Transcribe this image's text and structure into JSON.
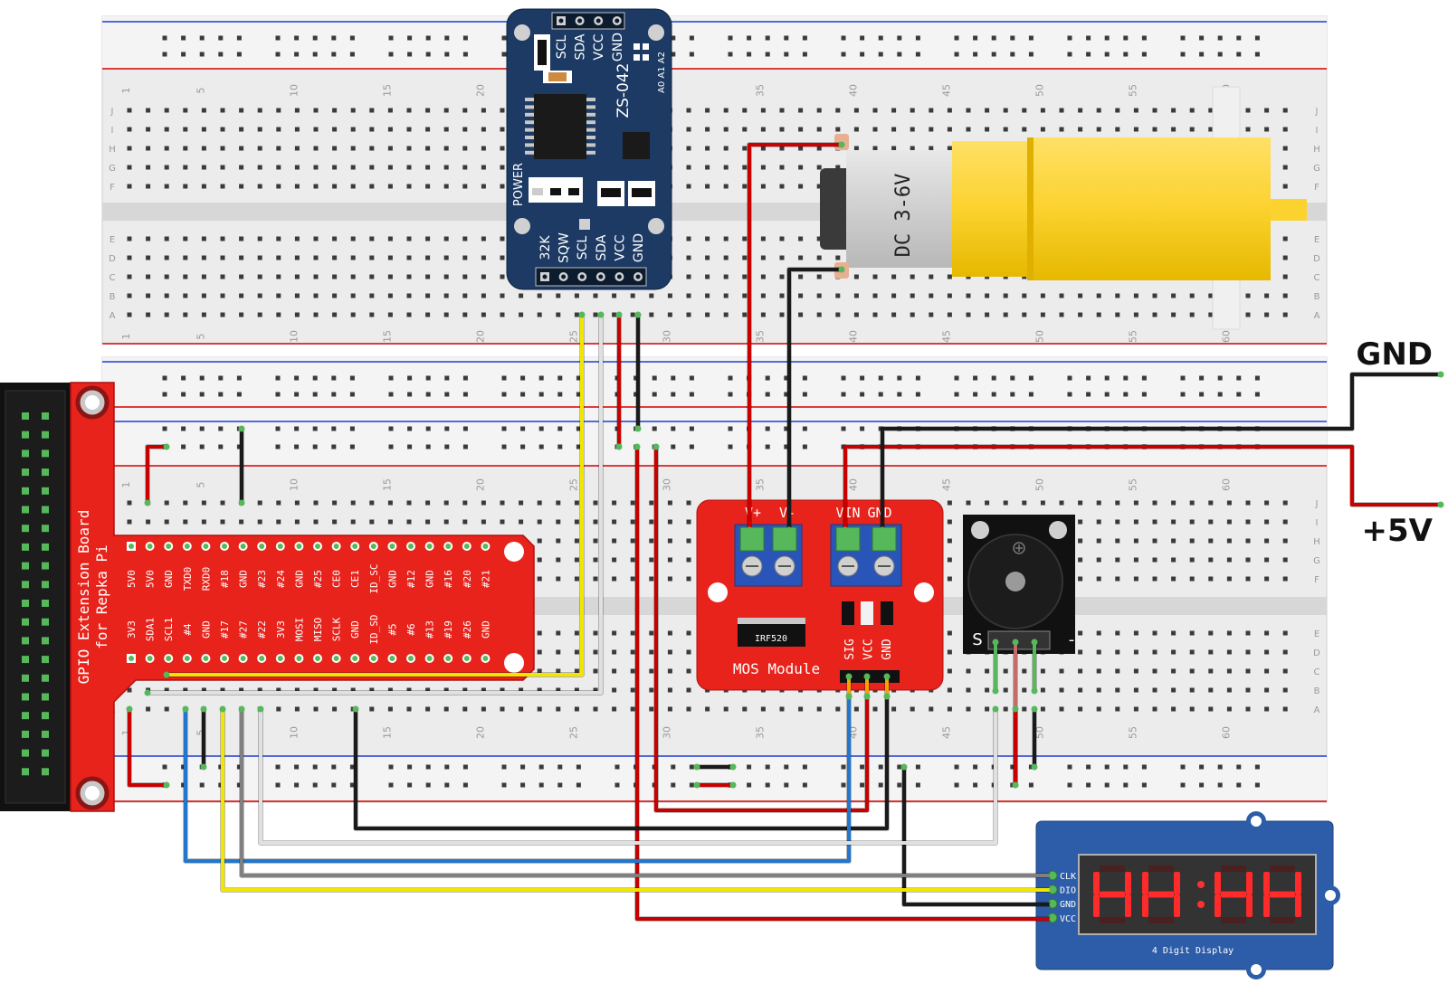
{
  "colors": {
    "breadboard": "#e8e8e8",
    "rail_red": "#d40000",
    "rail_blue": "#1e3cd2",
    "gpio_board": "#e8231b",
    "rtc_board": "#1c3a63",
    "mos_board": "#e8231b",
    "display_board": "#2d5da8",
    "motor_yellow": "#fbd22e",
    "wire_red": "#c80000",
    "wire_black": "#1a1a1a",
    "wire_yellow": "#f2e600",
    "wire_white": "#e0e0e0",
    "wire_blue": "#2277cc",
    "wire_gray": "#808080",
    "wire_green": "#56b85a"
  },
  "breadboard": {
    "row_letters": [
      "J",
      "I",
      "H",
      "G",
      "F",
      "E",
      "D",
      "C",
      "B",
      "A"
    ],
    "column_numbers": [
      "1",
      "5",
      "10",
      "15",
      "20",
      "25",
      "30",
      "35",
      "40",
      "45",
      "50",
      "55",
      "60"
    ]
  },
  "gpio_board": {
    "title_line1": "GPIO Extension Board",
    "title_line2": "for Repka Pi",
    "top_pins": [
      "5V0",
      "5V0",
      "GND",
      "TXD0",
      "RXD0",
      "#18",
      "GND",
      "#23",
      "#24",
      "GND",
      "#25",
      "CE0",
      "CE1",
      "ID_SC",
      "GND",
      "#12",
      "GND",
      "#16",
      "#20",
      "#21"
    ],
    "bottom_pins": [
      "3V3",
      "SDA1",
      "SCL1",
      "#4",
      "GND",
      "#17",
      "#27",
      "#22",
      "3V3",
      "MOSI",
      "MISO",
      "SCLK",
      "GND",
      "ID_SD",
      "#5",
      "#6",
      "#13",
      "#19",
      "#26",
      "GND"
    ]
  },
  "rtc_module": {
    "model": "ZS-042",
    "top_pins": [
      "SCL",
      "SDA",
      "VCC",
      "GND"
    ],
    "address_pins": "A0 A1 A2",
    "power_label": "POWER",
    "bottom_pins": [
      "32K",
      "SQW",
      "SCL",
      "SDA",
      "VCC",
      "GND"
    ]
  },
  "motor": {
    "label": "DC 3-6V"
  },
  "mos_module": {
    "name": "MOS Module",
    "chip": "IRF520",
    "terminals": [
      "V+",
      "V-",
      "VIN",
      "GND"
    ],
    "pins": [
      "SIG",
      "VCC",
      "GND"
    ]
  },
  "buzzer": {
    "pin_s": "S",
    "pin_minus": "-"
  },
  "display": {
    "name": "4 Digit Display",
    "pins": [
      "CLK",
      "DIO",
      "GND",
      "VCC"
    ]
  },
  "power_labels": {
    "gnd": "GND",
    "v5": "+5V"
  }
}
